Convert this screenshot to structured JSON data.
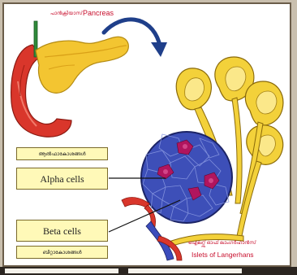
{
  "diagram": {
    "pancreas_ml_label": "പാൻക്രിയാസ്",
    "pancreas_en_label": "Pancreas",
    "alpha_ml_label": "ആൽഫാകോശങ്ങൾ",
    "alpha_en_label": "Alpha cells",
    "beta_en_label": "Beta cells",
    "beta_ml_label": "ബീറ്റാകോശങ്ങൾ",
    "islets_ml_label": "ഐലറ്റ്സ് ഓഫ് ലാംഗർഹാൻസ്",
    "islets_en_label": "Islets of Langerhans"
  },
  "colors": {
    "pancreas_yellow": "#f3c531",
    "duodenum_red": "#d9362b",
    "islet_blue": "#3d4fb8",
    "alpha_cell_magenta": "#b0155e",
    "arrow_blue": "#1f3f8a",
    "label_box": "#fff9b8",
    "label_text_red": "#c8102e"
  }
}
